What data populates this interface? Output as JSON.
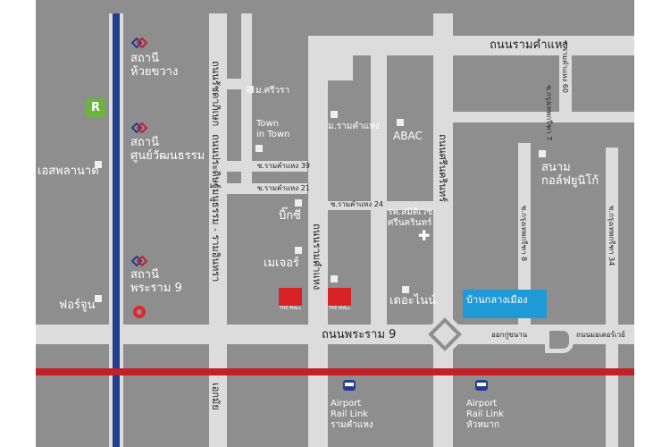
{
  "roads": {
    "ramkhamhaeng_top": "ถนนรามคำแหง",
    "rama9": "ถนนพระราม 9",
    "ramkhamhaeng_mid": "ถนนรามคำแหง",
    "srinakarin": "ถนนศรีนครินทร์",
    "ratchada": "ถนนรัชดาภิเษก",
    "pradit_manutham": "ถนนประดิษฐ์มนูธรรม - รามอินทรา",
    "ekkamai": "เอกมัย",
    "motorway": "ถนนมอเตอร์เวย์",
    "rk60": "ซ.รามคำแหง 60",
    "kp7": "ซ.กรุงเทพกรีฑา 7",
    "kp8": "ซ.กรุงเทพกรีฑา 8",
    "kp34": "ซ.กรุงเทพกรีฑา 34",
    "rk39": "ซ.รามคำแหง 39",
    "rk21": "ซ.รามคำแหง 21",
    "rk24": "ซ.รามคำแหง 24",
    "srinagarindra_motorway": "ถนนศรีนครินทร์"
  },
  "places": {
    "mrt_hk": "สถานี\nห้วยขวาง",
    "mrt_thai_cultural": "สถานี\nศูนย์วัฒนธรรม",
    "mrt_rama9": "สถานี\nพระราม 9",
    "esplanade": "เอสพลานาด",
    "fortune": "ฟอร์จูน",
    "mu_sriwa": "ม.ศรีวรา",
    "town_in_town": "Town\nin Town",
    "mu_ramkhamhaeng": "ม.รามคำแหง",
    "abac": "ABAC",
    "big_c": "บิ๊กซี",
    "major": "เมเจอร์",
    "hospital": "รพ.สมิติเวช\nศรีนครินทร์",
    "the_nine": "เดอะไนน์",
    "golf": "สนาม\nกอล์ฟยูนิโก้",
    "project": "บ้านกลางเมือง",
    "airport_rk": "Airport\nRail Link\nรามคำแหง",
    "airport_hm": "Airport\nRail Link\nหัวหมาก",
    "exit": "ออกกู่ขนาน",
    "the_mall": "THE MALL",
    "robinson": "ROBINSON"
  },
  "colors": {
    "background": "#8e8e8e",
    "road": "#dcdcdc",
    "mrt_line": "#243e8f",
    "arl_line": "#c4202a",
    "callout": "#1e9ad6",
    "robinson": "#6cb33f",
    "mall": "#d92128"
  },
  "icons": [
    "mrt-station-icon",
    "robinson-logo-icon",
    "the-mall-logo-icon",
    "lotus-logo-icon",
    "hospital-cross-icon",
    "airport-rail-link-train-icon",
    "interchange-icon"
  ]
}
